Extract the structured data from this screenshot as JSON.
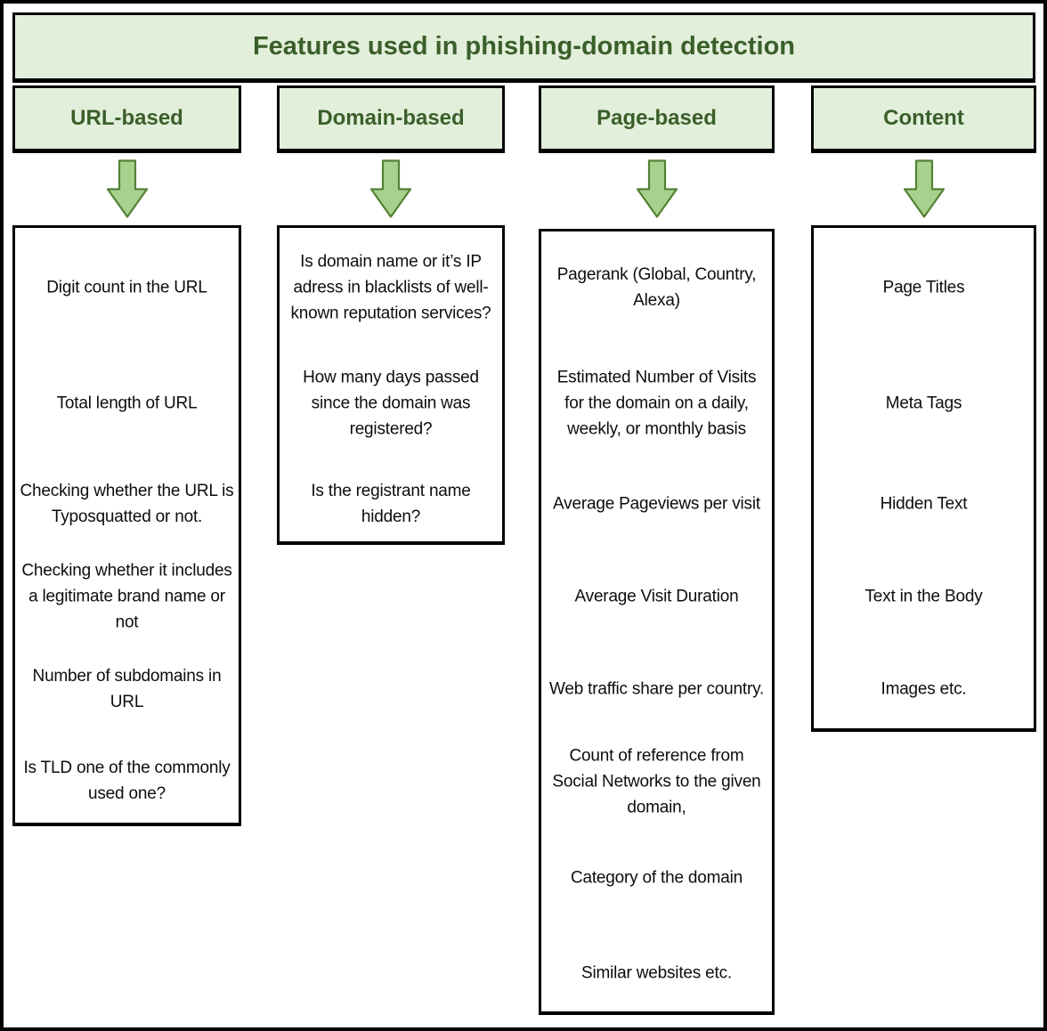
{
  "title": "Features used in phishing-domain detection",
  "colors": {
    "header_bg": "#e2efda",
    "header_text": "#3a5f2a",
    "arrow_fill": "#a9d18e",
    "arrow_stroke": "#538135",
    "border": "#000000",
    "body_text": "#0d0d0d"
  },
  "columns": [
    {
      "label": "URL-based",
      "items": [
        "Digit count in the URL",
        "Total length of URL",
        "Checking whether the URL is Typosquatted or not.",
        "Checking whether it includes a legitimate brand name or not",
        "Number of subdomains in URL",
        "Is TLD  one of the commonly used one?"
      ]
    },
    {
      "label": "Domain-based",
      "items": [
        "Is domain name or it’s IP adress in blacklists of well-known reputation services?",
        "How many days passed since the domain was registered?",
        "Is the registrant name hidden?"
      ]
    },
    {
      "label": "Page-based",
      "items": [
        "Pagerank (Global, Country, Alexa)",
        "Estimated Number of Visits for the domain on a daily, weekly, or monthly basis",
        "Average Pageviews per visit",
        "Average Visit Duration",
        "Web traffic share per country.",
        "Count of reference from Social Networks to the given domain,",
        "Category of the domain",
        "Similar websites etc."
      ]
    },
    {
      "label": "Content",
      "items": [
        "Page Titles",
        "Meta Tags",
        "Hidden Text",
        "Text in the Body",
        "Images etc."
      ]
    }
  ]
}
